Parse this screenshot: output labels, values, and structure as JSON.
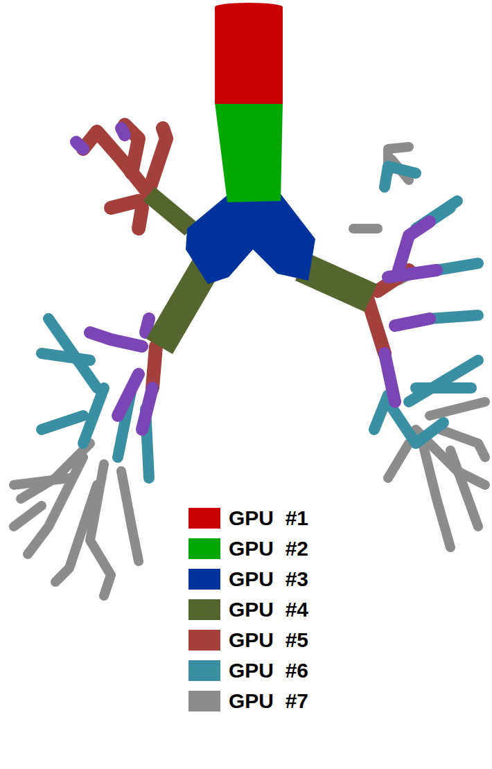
{
  "diagram": {
    "legend": [
      {
        "text": "GPU  #1",
        "color": "#c80000"
      },
      {
        "text": "GPU  #2",
        "color": "#00a800"
      },
      {
        "text": "GPU  #3",
        "color": "#00329c"
      },
      {
        "text": "GPU  #4",
        "color": "#55652e"
      },
      {
        "text": "GPU  #5",
        "color": "#a3403c"
      },
      {
        "text": "GPU  #6",
        "color": "#3a8fa3"
      },
      {
        "text": "GPU  #7",
        "color": "#8c8c8c"
      }
    ]
  }
}
